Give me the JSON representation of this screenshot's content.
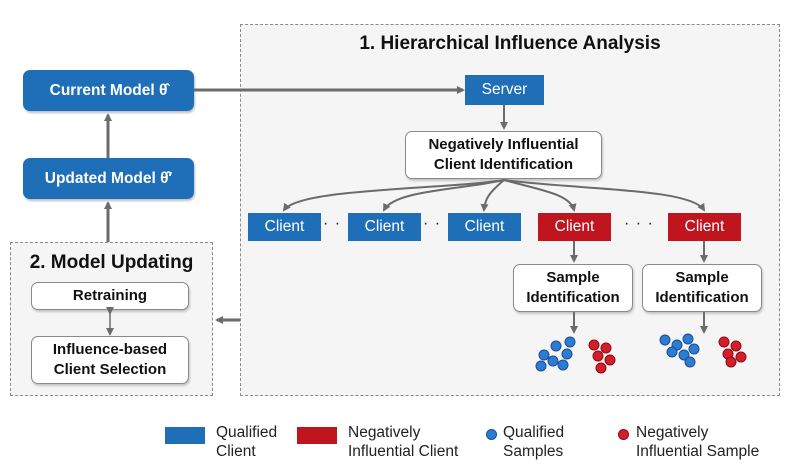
{
  "panels": {
    "analysis_title": "1. Hierarchical Influence Analysis",
    "updating_title": "2. Model Updating"
  },
  "models": {
    "current": "Current Model θ̂",
    "updated": "Updated Model θ̂′"
  },
  "server": {
    "label": "Server"
  },
  "client_identification": {
    "line1": "Negatively Influential",
    "line2": "Client Identification"
  },
  "clients": [
    {
      "label": "Client",
      "status": "qualified"
    },
    {
      "label": "Client",
      "status": "qualified"
    },
    {
      "label": "Client",
      "status": "qualified"
    },
    {
      "label": "Client",
      "status": "negative"
    },
    {
      "label": "Client",
      "status": "negative"
    }
  ],
  "ellipsis": "· · ·",
  "sample_identification": {
    "line1": "Sample",
    "line2": "Identification"
  },
  "updating": {
    "retraining": "Retraining",
    "selection_line1": "Influence-based",
    "selection_line2": "Client Selection"
  },
  "legend": {
    "qualified_client": {
      "line1": "Qualified",
      "line2": "Client"
    },
    "negative_client": {
      "line1": "Negatively",
      "line2": "Influential Client"
    },
    "qualified_samples": {
      "line1": "Qualified",
      "line2": "Samples"
    },
    "negative_sample": {
      "line1": "Negatively",
      "line2": "Influential Sample"
    }
  },
  "colors": {
    "qualified": "#1f6fb8",
    "negative": "#c0151f",
    "arrow": "#6b6b6b"
  }
}
